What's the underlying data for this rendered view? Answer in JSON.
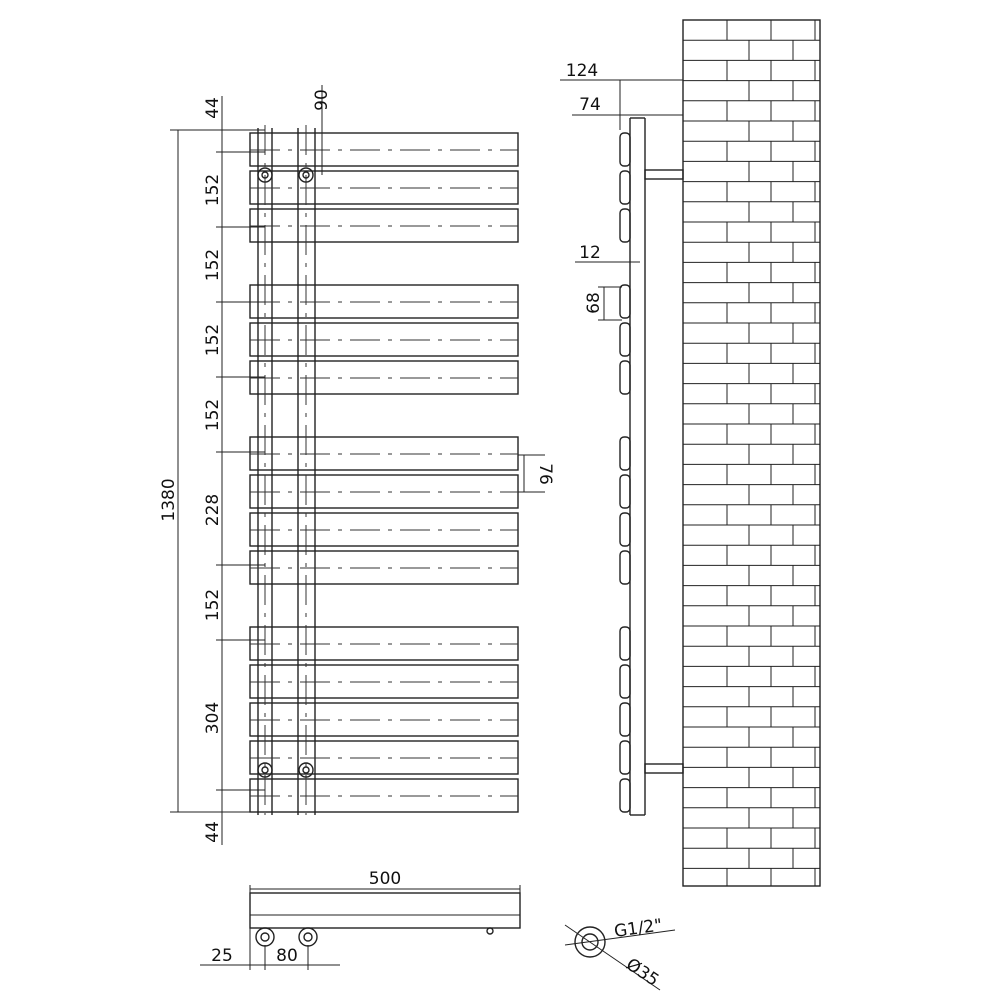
{
  "front_view": {
    "overall_height": "1380",
    "segments": [
      "44",
      "152",
      "152",
      "152",
      "152",
      "228",
      "152",
      "304",
      "44"
    ],
    "pipe_offset": "90",
    "bar_depth": "76"
  },
  "side_view": {
    "wall_projection": "124",
    "panel_projection": "74",
    "bar_thickness": "12",
    "bar_height": "68"
  },
  "bottom_view": {
    "width": "500",
    "edge_offset": "25",
    "pipe_centres": "80"
  },
  "connection": {
    "thread": "G1/2\"",
    "diameter": "Ø35"
  },
  "colors": {
    "line": "#222222",
    "background": "#ffffff"
  }
}
